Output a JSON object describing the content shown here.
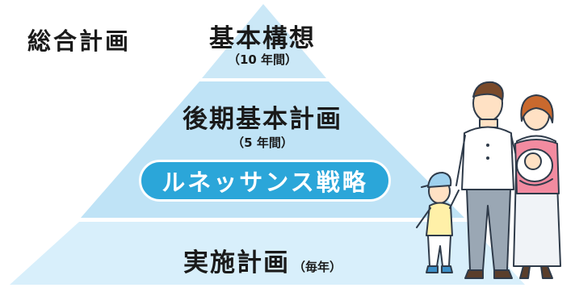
{
  "overall_label": "総合計画",
  "tiers": [
    {
      "title": "基本構想",
      "subtitle": "（10 年間）"
    },
    {
      "title": "後期基本計画",
      "subtitle": "（5 年間）"
    },
    {
      "title": "実施計画",
      "subtitle": "（毎年）"
    }
  ],
  "strategy_label": "ルネッサンス戦略",
  "colors": {
    "tier_top": "#cbe8f7",
    "tier_middle": "#bfe3f6",
    "tier_bottom": "#d8effb",
    "badge": "#2ba6d9",
    "text": "#1a1a1a"
  },
  "illustration": "family-of-four-illustration"
}
